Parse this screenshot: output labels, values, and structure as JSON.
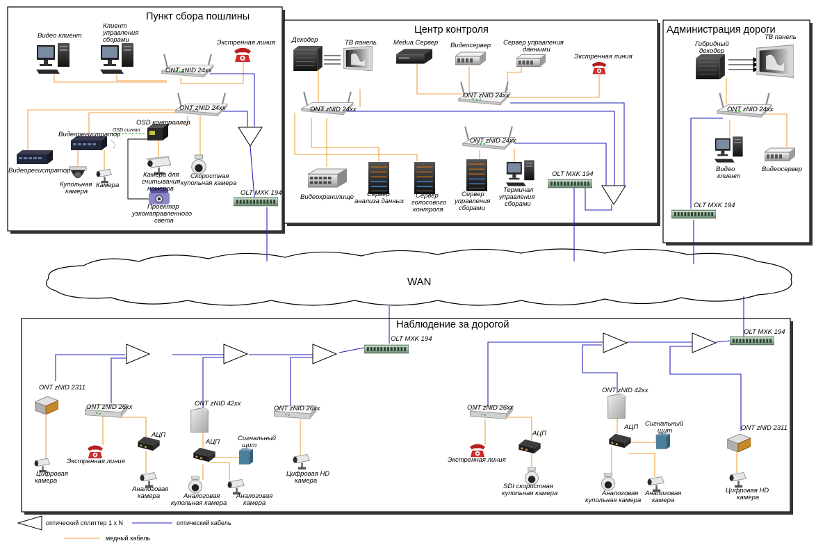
{
  "panels": {
    "toll": "Пункт сбора пошлины",
    "control": "Центр контроля",
    "admin": "Администрация дороги",
    "road": "Наблюдение за дорогой"
  },
  "wan": "WAN",
  "labels": {
    "toll_video_client": "Видео клиент",
    "toll_fee_client": [
      "Клиент",
      "управления",
      "сборами"
    ],
    "toll_ext_line": "Экстренная линия",
    "toll_ont1": "ONT zNID 24xx",
    "toll_ont2": "ONT zNID 24xx",
    "toll_osd": "OSD контроллер",
    "toll_osd_signal": "OSD сигнал",
    "toll_dvr_top": "Видеорегистратор",
    "toll_dvr_left": "Видеорегистратор",
    "toll_dome": [
      "Купольная",
      "камера"
    ],
    "toll_camera": "Камера",
    "toll_plate_cam": [
      "Камера для",
      "считывания",
      "номеров"
    ],
    "toll_speed_dome": [
      "Скоростная",
      "купольная камера"
    ],
    "toll_projector": [
      "Проектор",
      "узконаправленного",
      "света"
    ],
    "toll_olt": "OLT MXK 194",
    "ctrl_decoder": "Декодер",
    "ctrl_tv": "ТВ панель",
    "ctrl_media": "Медиа Сервер",
    "ctrl_video_srv": "Видеосервер",
    "ctrl_data_srv": [
      "Сервер управления",
      "данными"
    ],
    "ctrl_ext_line": "Экстренная линия",
    "ctrl_ont1": "ONT zNID 24xx",
    "ctrl_ont2": "ONT zNID 24xx",
    "ctrl_ont3": "ONT zNID 24xx",
    "ctrl_storage": "Видеохранилище",
    "ctrl_analysis": [
      "Сервер",
      "анализа данных"
    ],
    "ctrl_voice": [
      "Сервер",
      "голосового",
      "контроля"
    ],
    "ctrl_fee_srv": [
      "Сервер",
      "управления",
      "сборами"
    ],
    "ctrl_terminal": [
      "Терминал",
      "управления",
      "сборами"
    ],
    "ctrl_olt": "OLT MXK 194",
    "adm_hybrid": [
      "Гибридный",
      "декодер"
    ],
    "adm_tv": "ТВ панель",
    "adm_ont": "ONT zNID 24xx",
    "adm_video_client": [
      "Видео",
      "клиент"
    ],
    "adm_video_srv": "Видеосервер",
    "adm_olt": "OLT MXK 194",
    "road_olt1": "OLT MXK 194",
    "road_olt2": "OLT MXK 194",
    "road_ont2311_a": "ONT zNID 2311",
    "road_ont26_a": "ONT zNID 26xx",
    "road_ont42_a": "ONT zNID 42xx",
    "road_ont26_b": "ONT zNID 26xx",
    "road_ont26_c": "ONT zNID 26xx",
    "road_ont42_b": "ONT zNID 42xx",
    "road_ont2311_b": "ONT zNID 2311",
    "road_adc1": "АЦП",
    "road_adc2": "АЦП",
    "road_adc3": "АЦП",
    "road_adc4": "АЦП",
    "road_signal1": [
      "Сигнальный",
      "щит"
    ],
    "road_signal2": [
      "Сигнальный",
      "щит"
    ],
    "road_digital_cam": [
      "Цифровая",
      "камера"
    ],
    "road_ext1": "Экстренная линия",
    "road_analog_cam1": [
      "Аналоговая",
      "камера"
    ],
    "road_analog_dome1": [
      "Аналоговая",
      "купольная камера"
    ],
    "road_analog_cam2": [
      "Аналоговая",
      "камера"
    ],
    "road_hd_cam1": [
      "Цифровая HD",
      "камера"
    ],
    "road_ext2": "Экстренная линия",
    "road_sdi_dome": [
      "SDI скоростная",
      "купольная камера"
    ],
    "road_analog_dome2": [
      "Аналоговая",
      "купольная камера"
    ],
    "road_analog_cam3": [
      "Аналоговая",
      "камера"
    ],
    "road_hd_cam2": [
      "Цифровая HD",
      "камера"
    ]
  },
  "legend": {
    "splitter": "оптический сплиттер 1 x N",
    "optical": "оптический кабель",
    "copper": "медный кабель"
  },
  "colors": {
    "optical": "#2222bb",
    "copper": "#f0a040",
    "signal": "#22aa22",
    "frame": "#000000",
    "phone": "#cc2222"
  },
  "icons": {
    "computer": "desktop-computer-icon",
    "phone": "phone-icon",
    "router": "ont-router-icon",
    "olt": "olt-chassis-icon",
    "splitter": "optical-splitter-icon",
    "server_rack": "server-rack-icon",
    "server_1u": "server-1u-icon",
    "camera": "bullet-camera-icon",
    "dome": "dome-camera-icon",
    "adc": "adc-encoder-icon",
    "cloud": "wan-cloud-icon"
  }
}
